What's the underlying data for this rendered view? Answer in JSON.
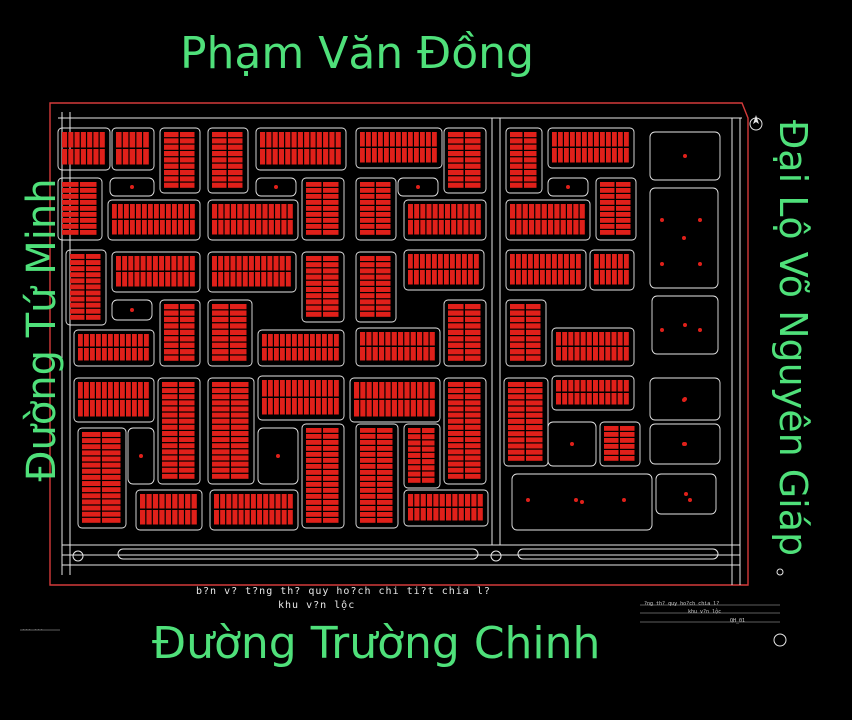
{
  "roads": {
    "top": "Phạm Văn Đồng",
    "bottom": "Đường Trường Chinh",
    "left": "Đường Tứ Minh",
    "right": "Đại Lộ Võ Nguyên Giáp"
  },
  "plan_caption": {
    "line1": "b?n v? t?ng th? quy ho?ch chi ti?t chia l?",
    "line2": "khu v?n lộc"
  },
  "title_block": {
    "line1": "?ng th? quy ho?ch chia l?",
    "line2": "khu v?n lộc",
    "sheet": "QH_01",
    "corner_note": "--- ---"
  },
  "colors": {
    "background": "#000000",
    "road_label": "#4fe07a",
    "lot_fill": "#e0201a",
    "linework": "#e6e6e6",
    "boundary": "#d43a3a"
  },
  "icons": {
    "north_arrow": "north-arrow-icon"
  }
}
